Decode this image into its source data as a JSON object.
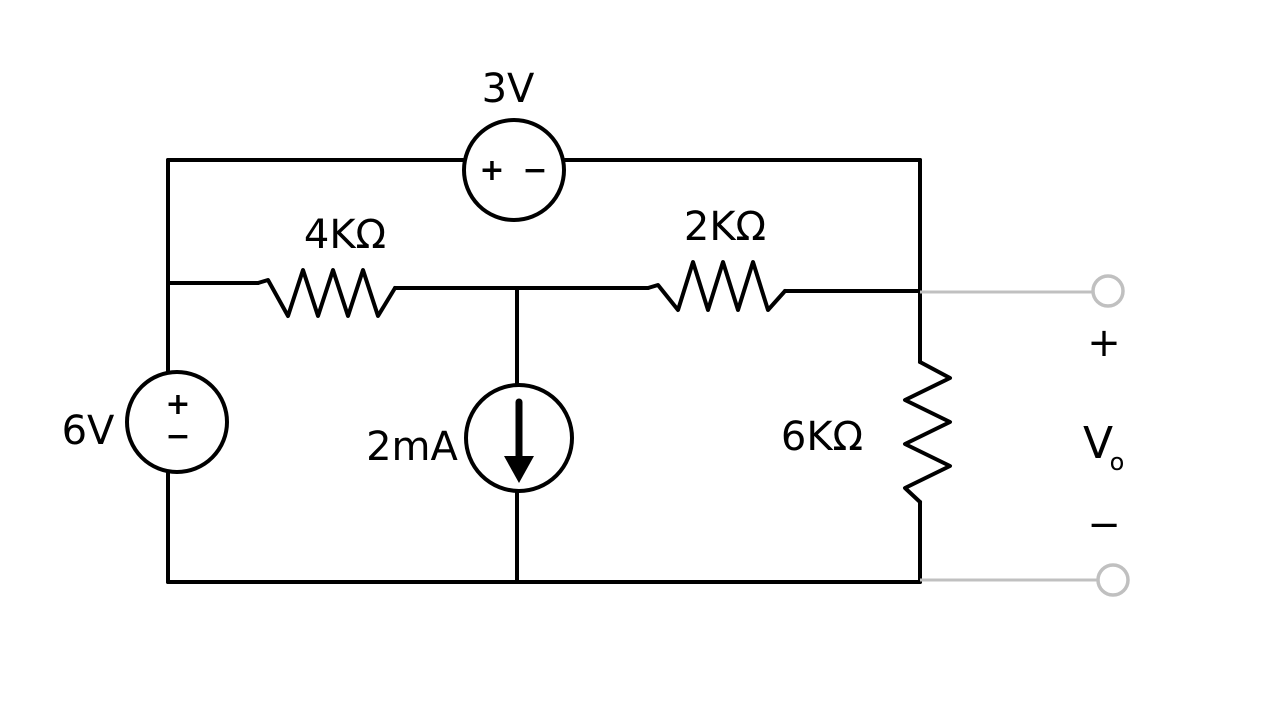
{
  "circuit": {
    "sources": {
      "v3": {
        "value": "3V",
        "plus": "+",
        "minus": "−"
      },
      "v6": {
        "value": "6V",
        "plus": "+",
        "minus": "−"
      },
      "i2": {
        "value": "2mA"
      }
    },
    "resistors": {
      "r4k": {
        "value": "4KΩ"
      },
      "r2k": {
        "value": "2KΩ"
      },
      "r6k": {
        "value": "6KΩ"
      }
    },
    "output": {
      "plus": "+",
      "label": "V",
      "subscript": "o",
      "minus": "−"
    }
  }
}
